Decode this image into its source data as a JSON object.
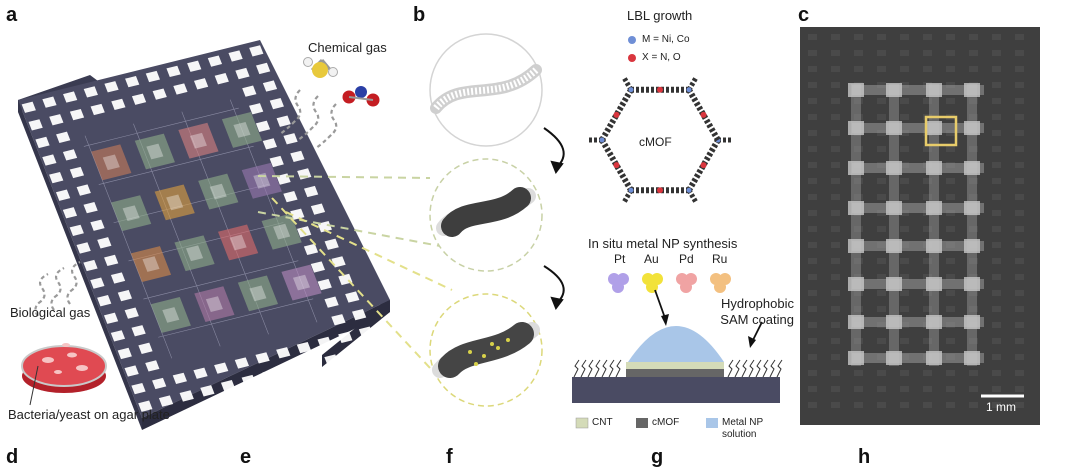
{
  "panels": {
    "a": "a",
    "b": "b",
    "c": "c",
    "d": "d",
    "e": "e",
    "f": "f",
    "g": "g",
    "h": "h"
  },
  "panel_a": {
    "chemical_gas": "Chemical gas",
    "biological_gas": "Biological gas",
    "bacteria_label": "Bacteria/yeast on agar plate"
  },
  "panel_b": {
    "lbl_growth": "LBL growth",
    "m_legend": "M = Ni, Co",
    "x_legend": "X = N, O",
    "cmof": "cMOF",
    "in_situ": "In situ metal NP synthesis",
    "metals": [
      "Pt",
      "Au",
      "Pd",
      "Ru"
    ],
    "hydrophobic_1": "Hydrophobic",
    "hydrophobic_2": "SAM coating",
    "legend_cnt": "CNT",
    "legend_cmof": "cMOF",
    "legend_np_1": "Metal NP",
    "legend_np_2": "solution"
  },
  "panel_c": {
    "scale_bar": "1 mm"
  },
  "colors": {
    "chip": "#4a4b63",
    "m_dot": "#6f8fd6",
    "x_dot": "#d9363e",
    "cnt": "#d4dbb8",
    "cmof": "#666666",
    "metal_np": "#a9c6e8",
    "highlight": "#e8cc6a",
    "micrograph_bg": "#3f3f3f"
  }
}
